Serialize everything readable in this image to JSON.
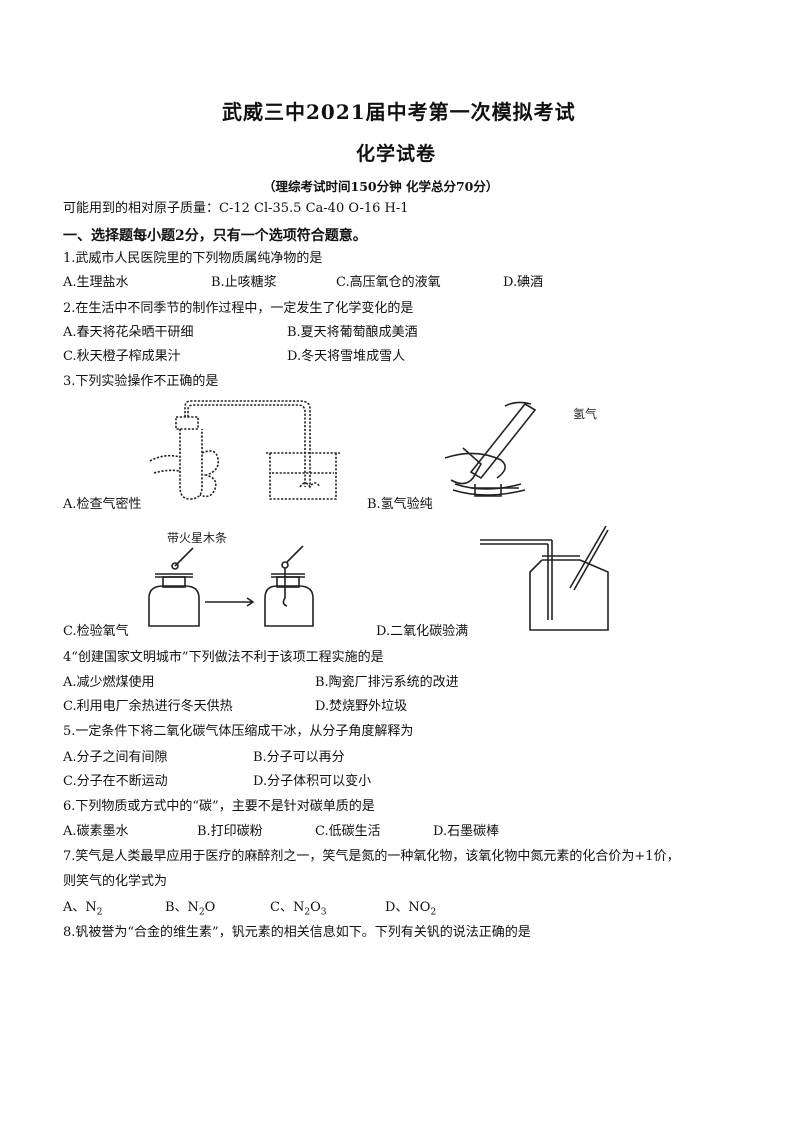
{
  "header": {
    "title": "武威三中2021届中考第一次模拟考试",
    "subject": "化学试卷",
    "exam_info": "（理综考试时间150分钟   化学总分70分）",
    "atomic_masses": "可能用到的相对原子质量：C-12   Cl-35.5   Ca-40   O-16   H-1"
  },
  "section1": {
    "heading": "一、选择题每小题2分，只有一个选项符合题意。"
  },
  "q1": {
    "stem": "1.武威市人民医院里的下列物质属纯净物的是",
    "a": "A.生理盐水",
    "b": "B.止咳糖浆",
    "c": "C.高压氧仓的液氧",
    "d": "D.碘酒"
  },
  "q2": {
    "stem": "2.在生活中不同季节的制作过程中，一定发生了化学变化的是",
    "a": "A.春天将花朵晒干研细",
    "b": "B.夏天将葡萄酿成美酒",
    "c": "C.秋天橙子榨成果汁",
    "d": "D.冬天将雪堆成雪人"
  },
  "q3": {
    "stem": "3.下列实验操作不正确的是",
    "a": "A.检查气密性",
    "b": "B.氢气验纯",
    "c": "C.检验氧气",
    "d": "D.二氧化碳验满",
    "fig_b_label": "氢气",
    "fig_c_label": "带火星木条"
  },
  "q4": {
    "stem": "4“创建国家文明城市”下列做法不利于该项工程实施的是",
    "a": "A.减少燃煤使用",
    "b": "B.陶瓷厂排污系统的改进",
    "c": "C.利用电厂余热进行冬天供热",
    "d": "D.焚烧野外垃圾"
  },
  "q5": {
    "stem": "5.一定条件下将二氧化碳气体压缩成干冰，从分子角度解释为",
    "a": "A.分子之间有间隙",
    "b": "B.分子可以再分",
    "c": "C.分子在不断运动",
    "d": "D.分子体积可以变小"
  },
  "q6": {
    "stem": "6.下列物质或方式中的“碳”，主要不是针对碳单质的是",
    "a": "A.碳素墨水",
    "b": "B.打印碳粉",
    "c": "C.低碳生活",
    "d": "D.石墨碳棒"
  },
  "q7": {
    "stem_line1": "7.笑气是人类最早应用于医疗的麻醉剂之一，笑气是氮的一种氧化物，该氧化物中氮元素的化合价为+1价，",
    "stem_line2": "则笑气的化学式为",
    "a_prefix": "A、N",
    "a_sub": "2",
    "b_prefix": "B、N",
    "b_sub": "2",
    "b_suffix": "O",
    "c_prefix": "C、N",
    "c_sub1": "2",
    "c_mid": "O",
    "c_sub2": "3",
    "d_prefix": "D、NO",
    "d_sub": "2"
  },
  "q8": {
    "stem": "8.钒被誉为“合金的维生素”，钒元素的相关信息如下。下列有关钒的说法正确的是"
  }
}
